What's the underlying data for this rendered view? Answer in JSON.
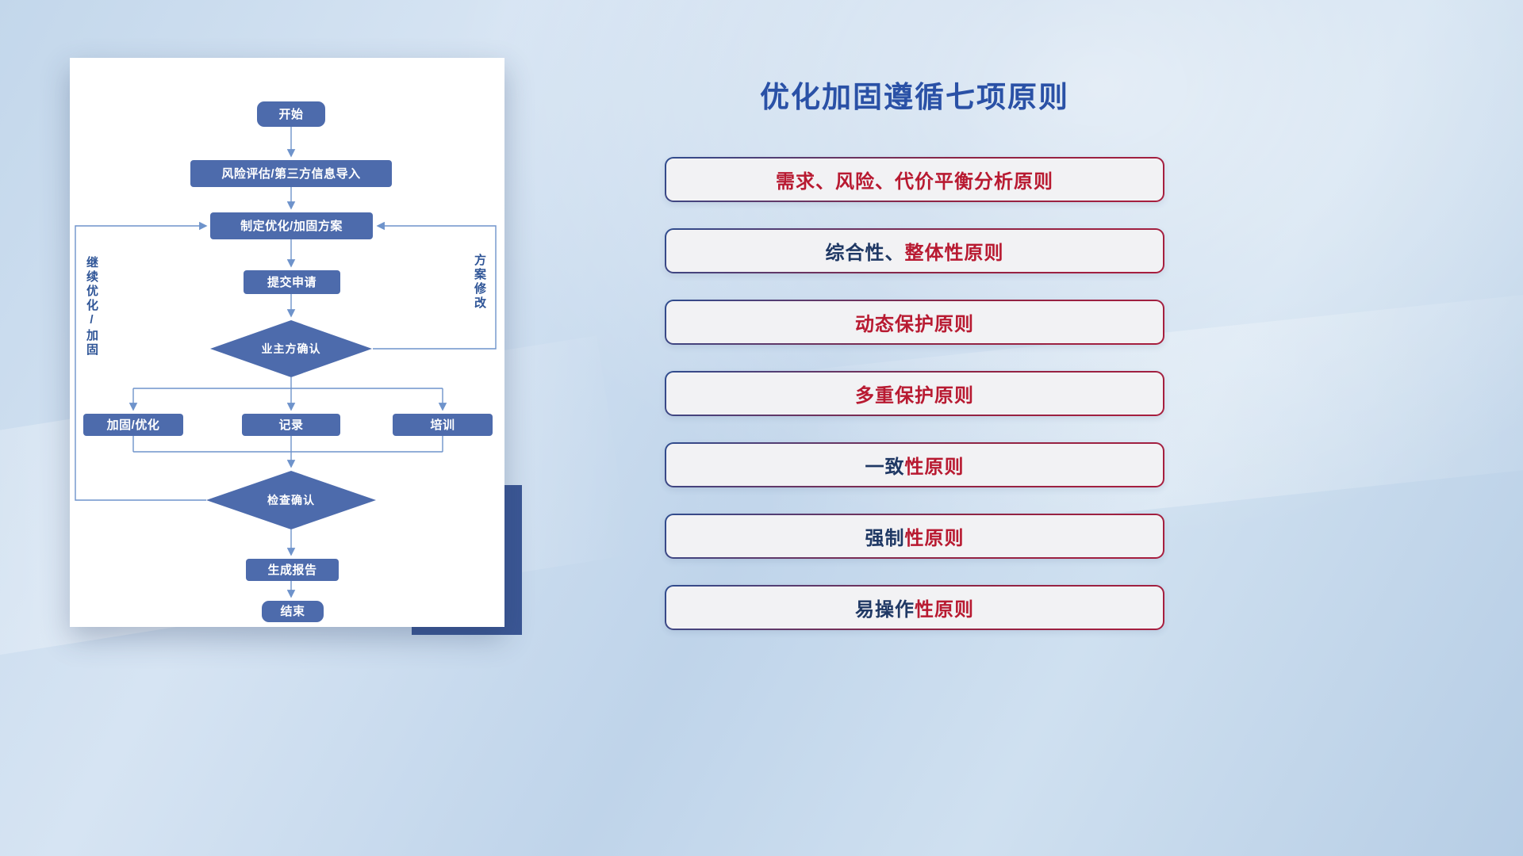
{
  "slide": {
    "title": "优化加固遵循七项原则"
  },
  "flowchart": {
    "nodes": {
      "start": "开始",
      "risk_import": "风险评估/第三方信息导入",
      "make_plan": "制定优化/加固方案",
      "submit": "提交申请",
      "owner_confirm": "业主方确认",
      "reinforce": "加固/优化",
      "record": "记录",
      "training": "培训",
      "check_confirm": "检查确认",
      "report": "生成报告",
      "end": "结束"
    },
    "labels": {
      "continue_loop": "继续优化/加固",
      "plan_revise": "方案修改"
    }
  },
  "principles": [
    {
      "navy_text": "",
      "red_text": "需求、风险、代价平衡分析原则"
    },
    {
      "navy_text": "综合性、",
      "red_text": "整体性原则"
    },
    {
      "navy_text": "",
      "red_text": "动态保护原则"
    },
    {
      "navy_text": "",
      "red_text": "多重保护原则"
    },
    {
      "navy_text": "一致",
      "red_text": "性原则"
    },
    {
      "navy_text": "强制",
      "red_text": "性原则"
    },
    {
      "navy_text": "易操作",
      "red_text": "性原则"
    }
  ],
  "colors": {
    "accent_navy": "#1f3864",
    "accent_red": "#b81a31",
    "node_fill": "#4d6bac",
    "connector": "#6e93cb",
    "title_blue": "#2a51a6",
    "card_accent_block": "#3b5795"
  }
}
